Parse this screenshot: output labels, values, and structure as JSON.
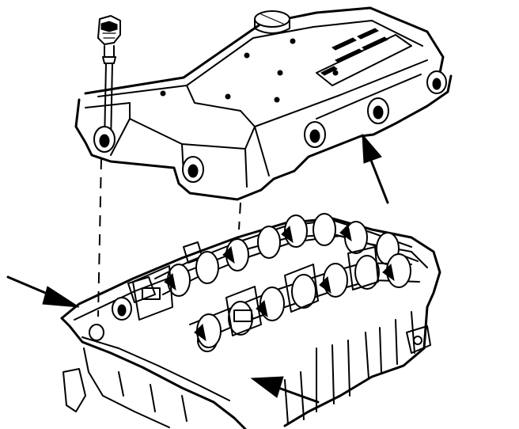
{
  "diagram": {
    "ink_color": "#000000",
    "background_color": "#ffffff",
    "parts": [
      {
        "name": "valve-cover-bolt",
        "icon": "bolt-icon"
      },
      {
        "name": "camshaft-cover",
        "icon": "cover-icon"
      },
      {
        "name": "oil-filler-cap",
        "icon": "cap-icon"
      },
      {
        "name": "cylinder-head",
        "icon": "engine-head-icon"
      },
      {
        "name": "camshafts",
        "icon": "camshaft-icon"
      }
    ],
    "callouts": [
      {
        "name": "arrow-cover-gasket",
        "direction": "up-left"
      },
      {
        "name": "arrow-head-left",
        "direction": "right"
      },
      {
        "name": "arrow-head-bottom",
        "direction": "left"
      }
    ]
  }
}
